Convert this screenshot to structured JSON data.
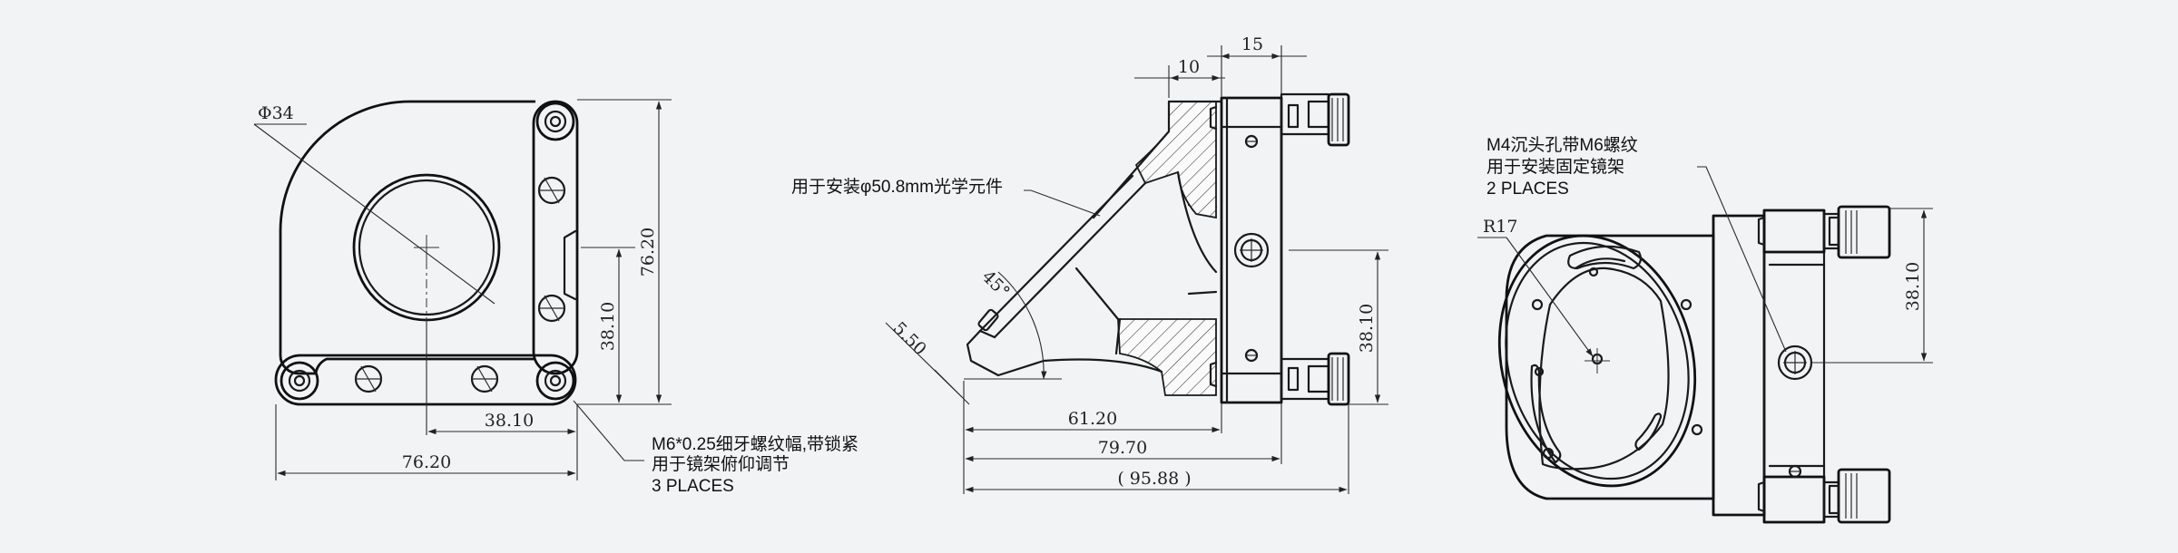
{
  "views": {
    "front": {
      "dims": {
        "dia": "Φ34",
        "height": "76.20",
        "offset_v": "38.10",
        "offset_h": "38.10",
        "width": "76.20"
      },
      "note": {
        "line1": "M6*0.25细牙螺纹幅,带锁紧",
        "line2": "用于镜架俯仰调节",
        "line3": "3 PLACES"
      }
    },
    "side": {
      "dims": {
        "top1": "15",
        "top2": "10",
        "angle": "45°",
        "chamfer": "5.50",
        "right_v": "38.10",
        "bottom1": "61.20",
        "bottom2": "79.70",
        "bottom3": "( 95.88 )"
      },
      "note": "用于安装φ50.8mm光学元件"
    },
    "rear": {
      "dims": {
        "radius": "R17",
        "right_v": "38.10"
      },
      "note": {
        "line1": "M4沉头孔带M6螺纹",
        "line2": "用于安装固定镜架",
        "line3": "2 PLACES"
      }
    }
  },
  "colors": {
    "background": "#f2f3f5",
    "line": "#1a1a1a"
  },
  "icons": [
    "arrowhead",
    "center-mark",
    "hatch-pattern"
  ]
}
